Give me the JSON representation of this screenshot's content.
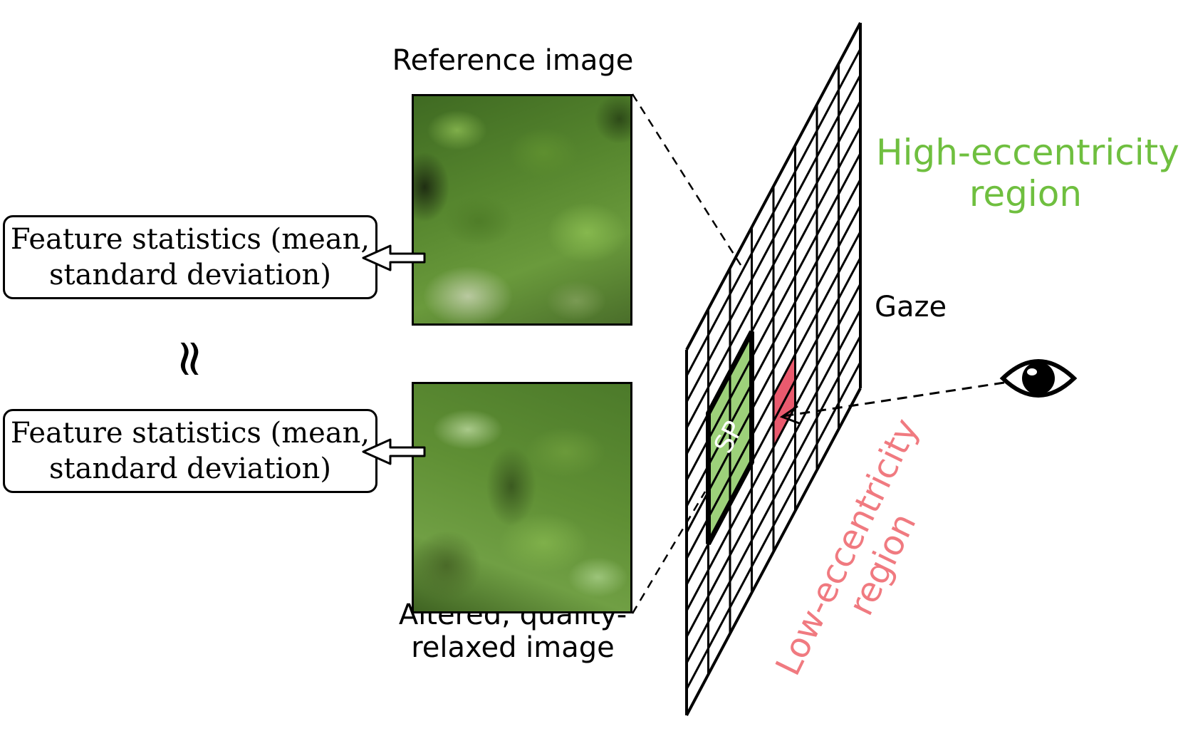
{
  "diagram": {
    "reference_caption": "Reference image",
    "altered_caption_line1": "Altered, quality-",
    "altered_caption_line2": "relaxed image",
    "feature_box_top": {
      "line1": "Feature statistics (mean,",
      "line2": "standard deviation)"
    },
    "feature_box_bottom": {
      "line1": "Feature statistics (mean,",
      "line2": "standard deviation)"
    },
    "approx_symbol": "≈",
    "high_region_line1": "High-eccentricity",
    "high_region_line2": "region",
    "low_region_line1": "Low-eccentricity",
    "low_region_line2": "region",
    "gaze_label": "Gaze",
    "sp_label": "SP",
    "colors": {
      "high_region": "#6fbf3f",
      "low_region": "#f07a80",
      "sp_fill": "#9dd17a",
      "gaze_cell": "#ea5a6e"
    },
    "icons": [
      "eye-icon",
      "hollow-arrow-icon"
    ]
  }
}
